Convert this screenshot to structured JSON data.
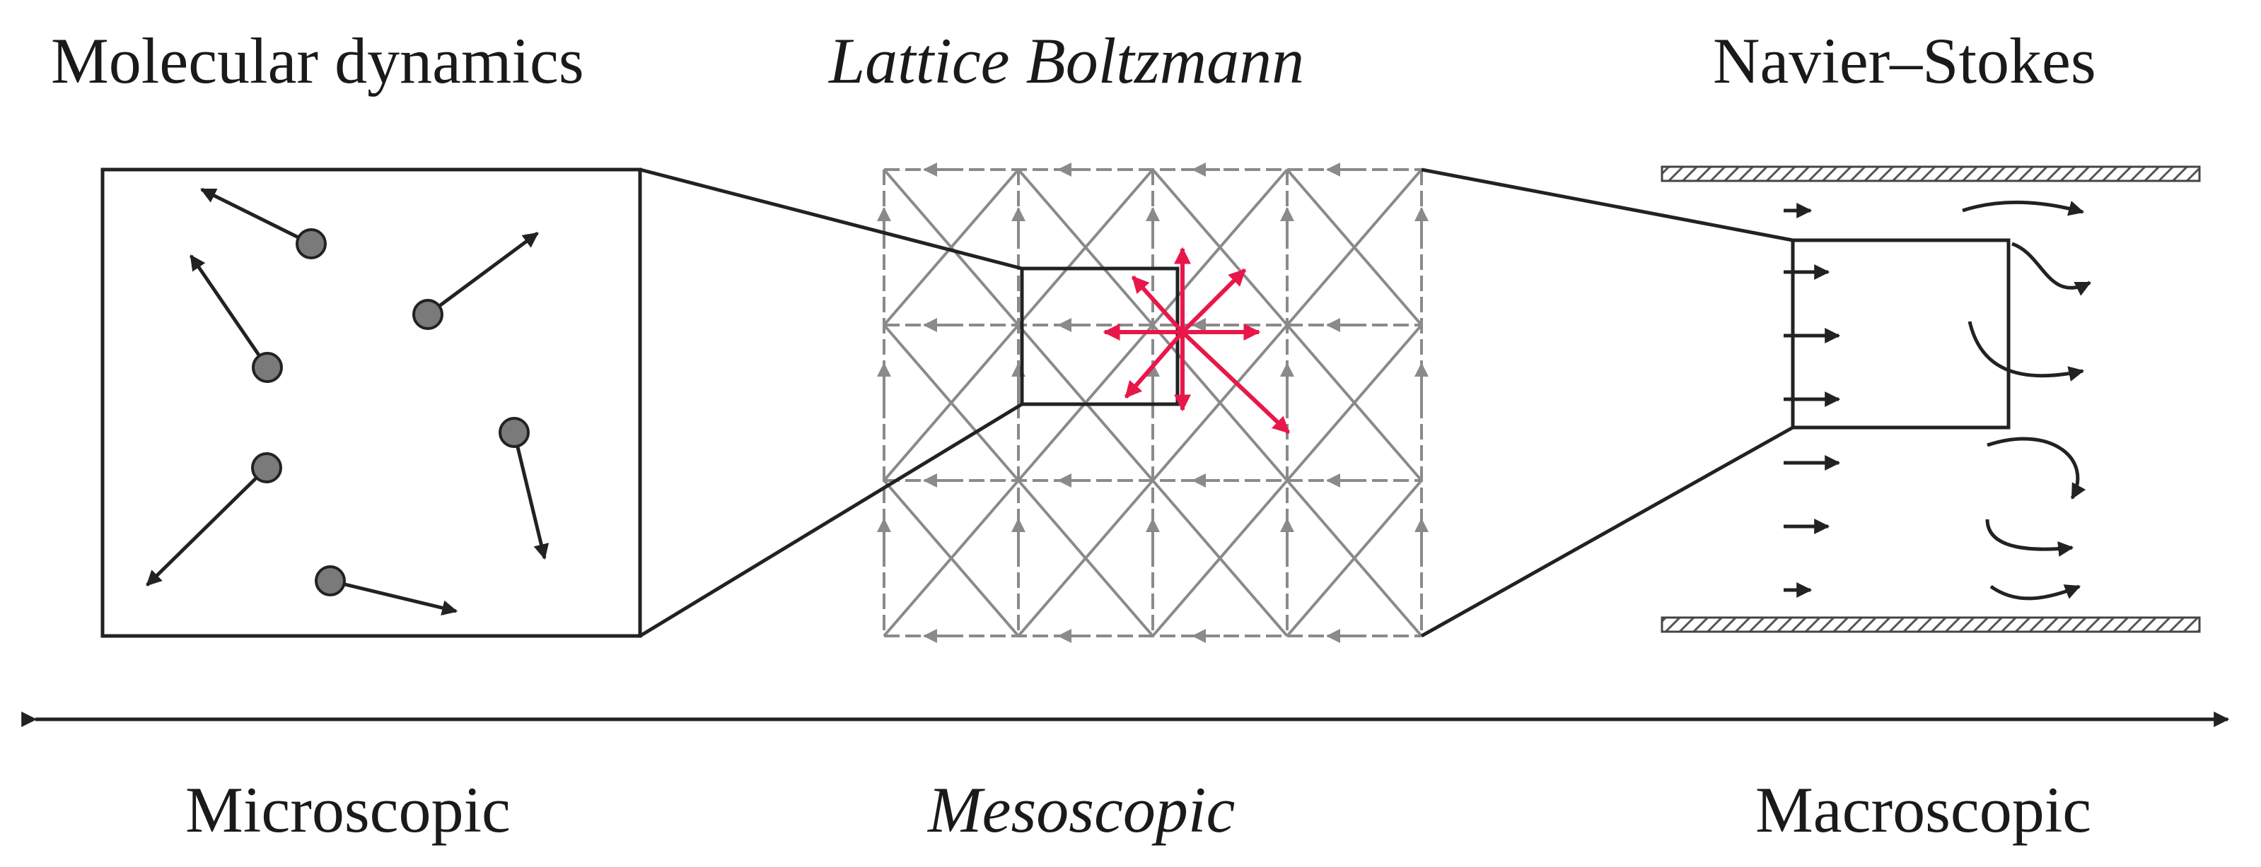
{
  "headings": {
    "molecular": "Molecular dynamics",
    "lattice": "Lattice Boltzmann",
    "navier": "Navier–Stokes"
  },
  "scale": {
    "micro": "Microscopic",
    "meso": "Mesoscopic",
    "macro": "Macroscopic"
  },
  "colors": {
    "ink": "#222222",
    "lattice_grey": "#8a8a8a",
    "particle": "#7a7a7a",
    "highlight": "#e8174a"
  }
}
